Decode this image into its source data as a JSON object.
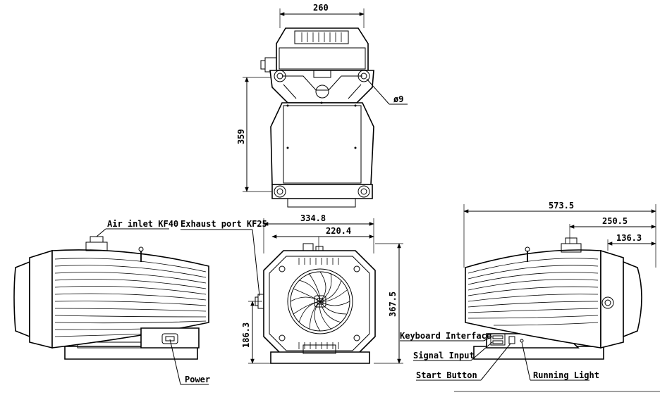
{
  "dimensions": {
    "top_width": "260",
    "top_hole": "ø9",
    "top_height": "359",
    "front_width": "334.8",
    "front_inner_width": "220.4",
    "front_height": "367.5",
    "front_axis_height": "186.3",
    "side_length": "573.5",
    "side_mid": "250.5",
    "side_short": "136.3"
  },
  "labels": {
    "air_inlet": "Air inlet KF40",
    "exhaust_port": "Exhaust port KF25",
    "power": "Power",
    "keyboard_interface": "Keyboard Interface",
    "signal_input": "Signal Input",
    "start_button": "Start Button",
    "running_light": "Running Light"
  }
}
